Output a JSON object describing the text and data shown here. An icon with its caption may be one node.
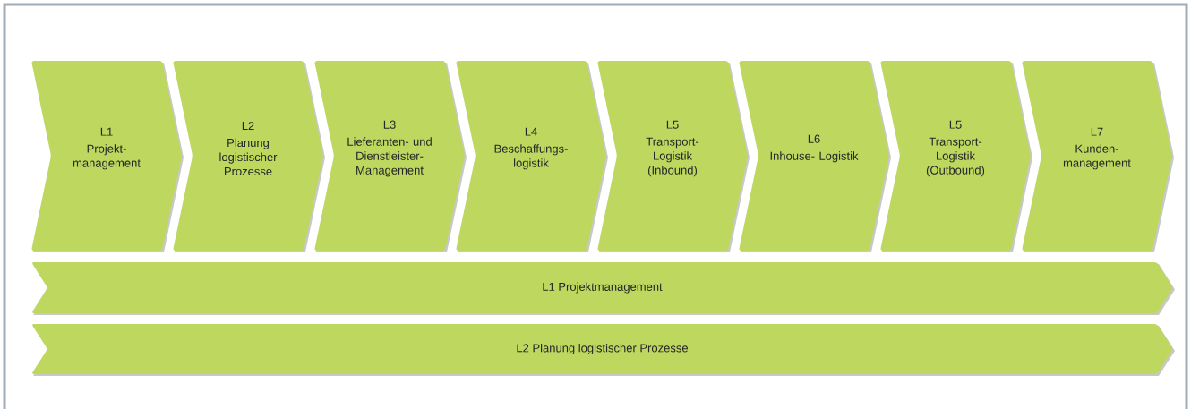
{
  "diagram": {
    "nodes": [
      {
        "text": [
          "L1",
          "Projekt- management"
        ]
      },
      {
        "text": [
          "L2",
          "Planung logistischer Prozesse"
        ]
      },
      {
        "text": [
          "L3",
          "Lieferanten- und Dienstleister- Management"
        ]
      },
      {
        "text": [
          "L4",
          "Beschaffungs- logistik"
        ]
      },
      {
        "text": [
          "L5",
          "Transport- Logistik (Inbound)"
        ]
      },
      {
        "text": [
          "L6",
          "Inhouse- Logistik"
        ]
      },
      {
        "text": [
          "L5",
          "Transport- Logistik (Outbound)"
        ]
      },
      {
        "text": [
          "L7",
          "Kunden- management"
        ]
      },
      {
        "text": [
          "L1 Projektmanagement"
        ]
      },
      {
        "text": [
          "L2 Planung logistischer Prozesse"
        ]
      }
    ]
  }
}
